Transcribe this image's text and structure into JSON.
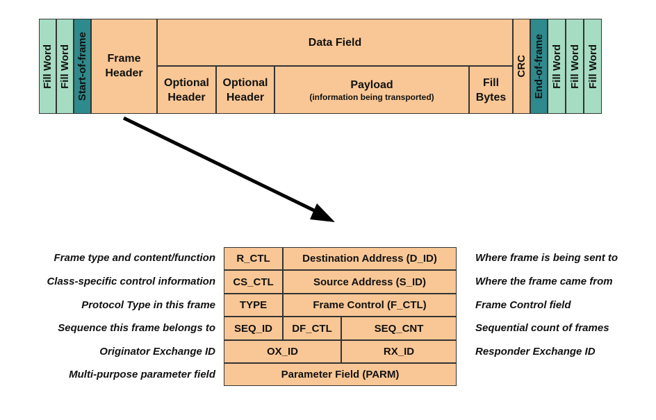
{
  "frame": {
    "fill_word": "Fill Word",
    "start_of_frame": "Start-of-frame",
    "frame_header": "Frame Header",
    "data_field": "Data Field",
    "optional_header": "Optional Header",
    "payload": "Payload",
    "payload_sub": "(information being transported)",
    "fill_bytes": "Fill Bytes",
    "crc": "CRC",
    "end_of_frame": "End-of-frame"
  },
  "header_fields": {
    "r_ctl": "R_CTL",
    "d_id": "Destination Address (D_ID)",
    "cs_ctl": "CS_CTL",
    "s_id": "Source Address (S_ID)",
    "type": "TYPE",
    "f_ctl": "Frame Control (F_CTL)",
    "seq_id": "SEQ_ID",
    "df_ctl": "DF_CTL",
    "seq_cnt": "SEQ_CNT",
    "ox_id": "OX_ID",
    "rx_id": "RX_ID",
    "parm": "Parameter Field (PARM)"
  },
  "left_labels": [
    "Frame type and content/function",
    "Class-specific control information",
    "Protocol Type in this frame",
    "Sequence this frame belongs to",
    "Originator Exchange ID",
    "Multi-purpose parameter field"
  ],
  "right_labels": [
    "Where frame is being sent to",
    "Where the frame came from",
    "Frame Control field",
    "Sequential count of frames",
    "Responder Exchange ID"
  ],
  "colors": {
    "orange": "#f9c795",
    "mint": "#a6dcc2",
    "teal": "#2e8a8c"
  }
}
